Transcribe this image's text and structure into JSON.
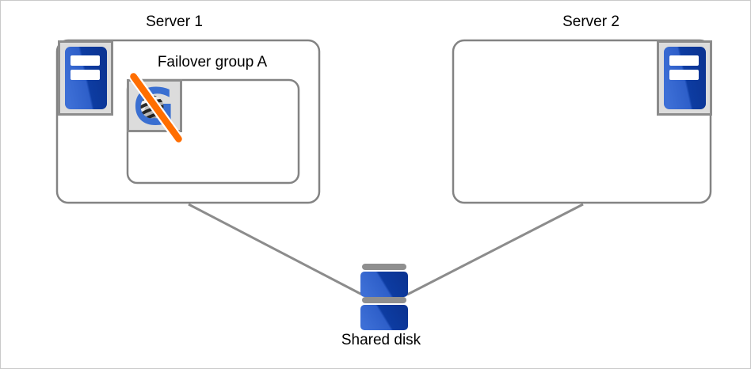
{
  "diagram": {
    "type": "cluster-failover-diagram",
    "server1": {
      "label": "Server 1"
    },
    "server2": {
      "label": "Server 2"
    },
    "failover_group": {
      "label": "Failover group A",
      "icon_glyph": "G",
      "status": "stopped"
    },
    "shared_disk": {
      "label": "Shared disk"
    },
    "icons": {
      "server": "server-tower-icon",
      "failover_group": "group-icon-with-failure-slash",
      "shared_disk": "disk-stack-icon"
    },
    "colors": {
      "box_border": "#838383",
      "connection_line": "#8c8c8c",
      "icon_square_fill": "#dcdcdc",
      "icon_square_border": "#8c8c8c",
      "blue_light": "#3568d2",
      "blue_dark": "#0d3ca2",
      "slash_orange": "#ff6e00",
      "disk_bar_gray": "#8f8f8f",
      "outer_border": "#c9c9c9",
      "text": "#000000"
    }
  }
}
